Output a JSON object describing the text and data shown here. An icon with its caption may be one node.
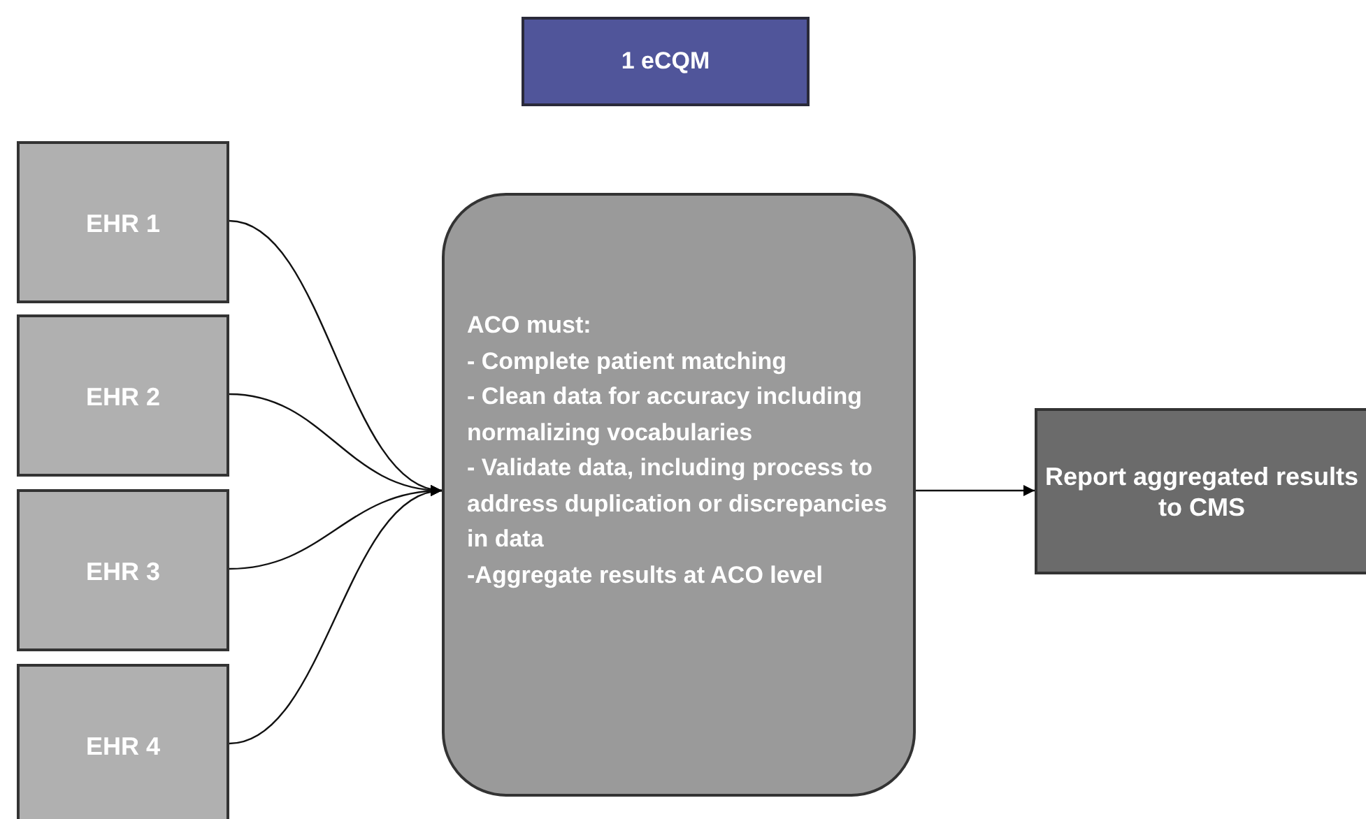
{
  "diagram": {
    "nodes": [
      {
        "text": [
          "1 eCQM"
        ]
      },
      {
        "text": [
          "EHR 1"
        ]
      },
      {
        "text": [
          "EHR 2"
        ]
      },
      {
        "text": [
          "EHR 3"
        ]
      },
      {
        "text": [
          "EHR 4"
        ]
      },
      {
        "text": [
          "ACO must:",
          "- Complete patient matching",
          "- Clean data for accuracy including normalizing vocabularies",
          "- Validate data, including process to address duplication or discrepancies in data",
          "-Aggregate results at ACO level"
        ]
      },
      {
        "text": [
          "Report aggregated results to CMS"
        ]
      }
    ],
    "edges": [
      {
        "from": 1,
        "to": 5,
        "arrow": "to"
      },
      {
        "from": 2,
        "to": 5,
        "arrow": "to"
      },
      {
        "from": 3,
        "to": 5,
        "arrow": "to"
      },
      {
        "from": 4,
        "to": 5,
        "arrow": "to"
      },
      {
        "from": 5,
        "to": 6,
        "arrow": "to"
      }
    ]
  }
}
